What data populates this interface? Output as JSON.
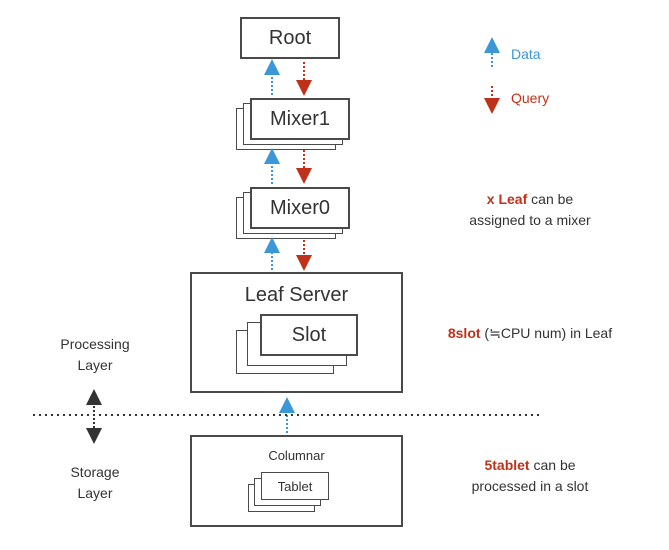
{
  "nodes": {
    "root": "Root",
    "mixer1": "Mixer1",
    "mixer0": "Mixer0",
    "leaf_server": "Leaf Server",
    "slot": "Slot",
    "columnar": "Columnar",
    "tablet": "Tablet"
  },
  "legend": {
    "data": "Data",
    "query": "Query"
  },
  "layers": {
    "processing_line1": "Processing",
    "processing_line2": "Layer",
    "storage_line1": "Storage",
    "storage_line2": "Layer"
  },
  "notes": {
    "leaf_highlight": "x Leaf",
    "leaf_rest1": " can be",
    "leaf_line2": "assigned to a mixer",
    "slot_highlight": "8slot",
    "slot_rest": " (≒CPU num) in Leaf",
    "tablet_highlight": "5tablet",
    "tablet_rest1": " can be",
    "tablet_line2": "processed in a slot"
  },
  "colors": {
    "data_arrow": "#3a97d8",
    "query_arrow": "#c0311a",
    "border": "#4a4a4a",
    "layer_divider": "#333333"
  }
}
